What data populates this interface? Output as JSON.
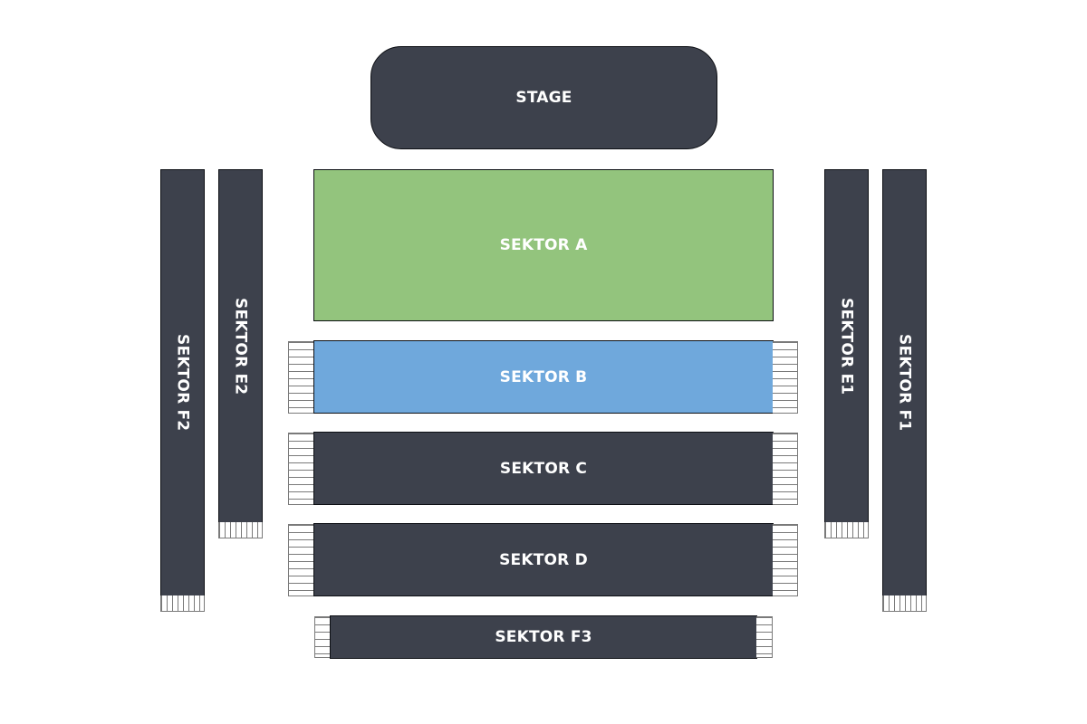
{
  "venue": {
    "stage_label": "STAGE",
    "sectors": {
      "a": "SEKTOR A",
      "b": "SEKTOR B",
      "c": "SEKTOR C",
      "d": "SEKTOR D",
      "e1": "SEKTOR E1",
      "e2": "SEKTOR E2",
      "f1": "SEKTOR F1",
      "f2": "SEKTOR F2",
      "f3": "SEKTOR F3"
    }
  },
  "colors": {
    "stage": "#3d414c",
    "sector_a": "#93c47d",
    "sector_b": "#6fa8dc",
    "sector_default": "#3d414c"
  }
}
